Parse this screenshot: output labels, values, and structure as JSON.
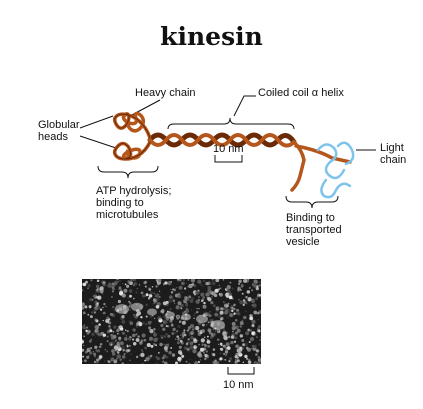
{
  "title": "kinesin",
  "labels": {
    "globular_heads": [
      "Globular",
      "heads"
    ],
    "heavy_chain": "Heavy chain",
    "coiled_coil": "Coiled coil α helix",
    "scale_diagram": "10 nm",
    "light_chain": [
      "Light",
      "chain"
    ],
    "atp_hydrolysis": [
      "ATP hydrolysis;",
      "binding to",
      "microtubules"
    ],
    "binding_vesicle": [
      "Binding to",
      "transported",
      "vesicle"
    ],
    "scale_micrograph": "10 nm"
  },
  "colors": {
    "chain": "#b5561c",
    "chain_dark": "#6a2a08",
    "light_chain": "#7ec3ec",
    "micrograph_bg": "#1c1c1c"
  }
}
